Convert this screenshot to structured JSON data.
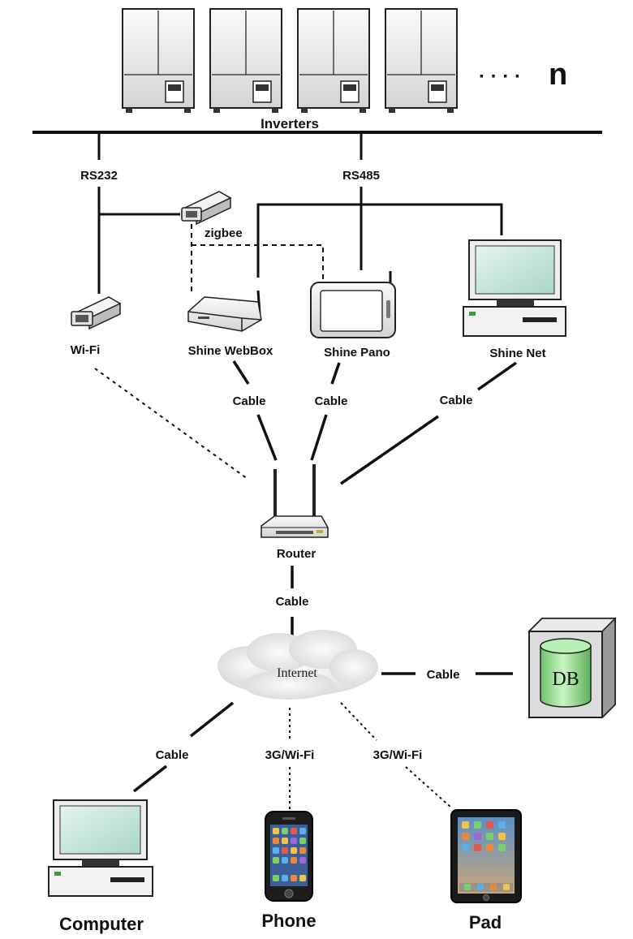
{
  "labels": {
    "inverters": "Inverters",
    "n_marker": "n",
    "ellipsis": "· · · ·",
    "rs232": "RS232",
    "rs485": "RS485",
    "zigbee": "zigbee",
    "wifi": "Wi-Fi",
    "webbox": "Shine WebBox",
    "pano": "Shine Pano",
    "net": "Shine Net",
    "cable_webbox": "Cable",
    "cable_pano": "Cable",
    "cable_net": "Cable",
    "router": "Router",
    "cable_router": "Cable",
    "internet": "Internet",
    "cable_db": "Cable",
    "db": "DB",
    "cable_computer": "Cable",
    "wireless_phone": "3G/Wi-Fi",
    "wireless_pad": "3G/Wi-Fi",
    "computer": "Computer",
    "phone": "Phone",
    "pad": "Pad"
  },
  "icons": {
    "inverter": "inverter-icon",
    "wifi_module": "wifi-module-icon",
    "zigbee_module": "zigbee-module-icon",
    "webbox": "webbox-icon",
    "pano": "tablet-device-icon",
    "net": "desktop-computer-icon",
    "router": "router-icon",
    "cloud": "cloud-icon",
    "db": "database-icon",
    "computer": "desktop-computer-icon",
    "phone": "smartphone-icon",
    "pad": "tablet-icon"
  },
  "colors": {
    "line": "#111111",
    "screen": "#c9e8dd",
    "device": "#eeeeee",
    "db_cylinder": "#9fe09a"
  }
}
